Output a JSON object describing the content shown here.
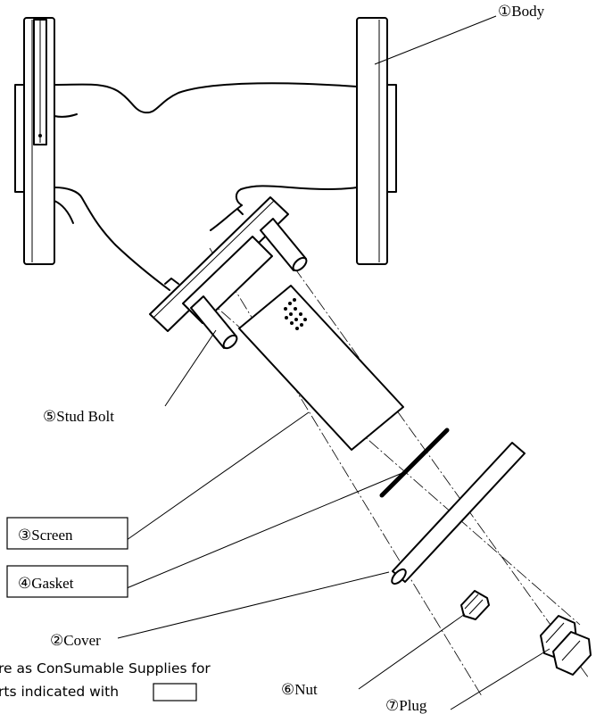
{
  "parts": {
    "body": "①Body",
    "cover": "②Cover",
    "screen": "③Screen",
    "gasket": "④Gasket",
    "stud_bolt": "⑤Stud Bolt",
    "nut": "⑥Nut",
    "plug": "⑦Plug"
  },
  "note": {
    "line1": "re as ConSumable Supplies for",
    "line2": "rts indicated with"
  }
}
